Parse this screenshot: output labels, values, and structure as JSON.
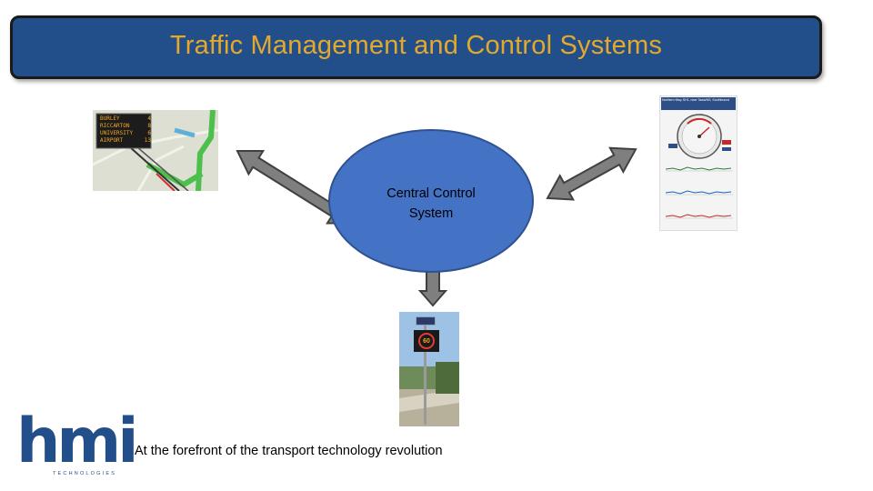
{
  "title": "Traffic Management and Control Systems",
  "center": {
    "line1": "Central Control",
    "line2": "System"
  },
  "vms_sign": {
    "rows": [
      {
        "place": "BURLEY",
        "time": "4"
      },
      {
        "place": "RICCARTON",
        "time": "8"
      },
      {
        "place": "UNIVERSITY",
        "time": "6"
      },
      {
        "place": "AIRPORT",
        "time": "13"
      }
    ]
  },
  "speed_sign": {
    "value": "60"
  },
  "dashboard": {
    "header": "Northern Mwy SH1, near Tawa/NS, Southbound"
  },
  "footer": {
    "tagline": "At the forefront of the transport technology revolution"
  },
  "logo": {
    "word": "hmi",
    "sub": "TECHNOLOGIES"
  },
  "colors": {
    "title_bg": "#224f8a",
    "title_text": "#e4a92c",
    "ellipse": "#4472c4",
    "arrow": "#7f7f7f"
  }
}
